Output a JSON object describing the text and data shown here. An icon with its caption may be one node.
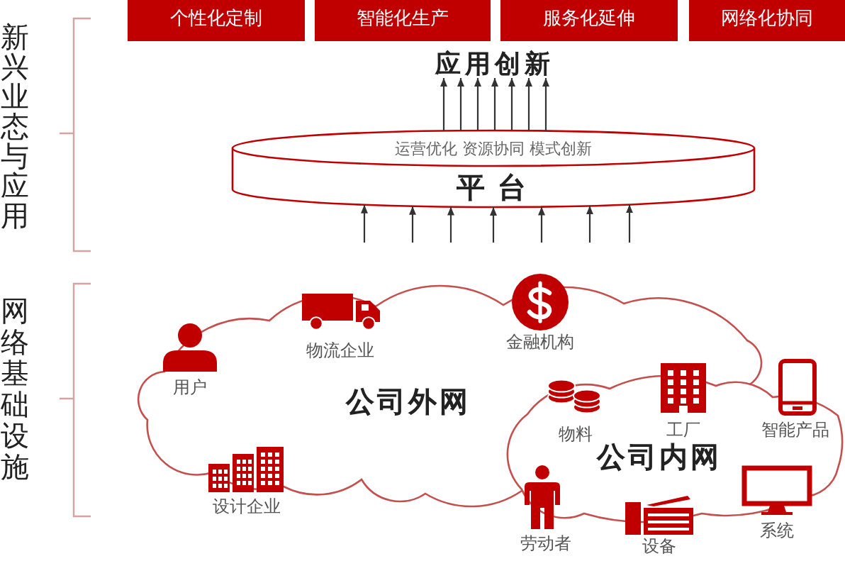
{
  "diagram": {
    "nodes": [
      {
        "text": [
          "个性化定制"
        ]
      },
      {
        "text": [
          "智能化生产"
        ]
      },
      {
        "text": [
          "服务化延伸"
        ]
      },
      {
        "text": [
          "网络化协同"
        ]
      },
      {
        "text": [
          "应用创新"
        ]
      },
      {
        "text": [
          "运营优化 资源协同 模式创新",
          "平台"
        ]
      },
      {
        "text": [
          "公司外网"
        ]
      },
      {
        "text": [
          "公司内网"
        ]
      }
    ],
    "edges": [
      {
        "from": 5,
        "to": 4,
        "arrow": "to"
      },
      {
        "from": 5,
        "to": 4,
        "arrow": "to"
      },
      {
        "from": 5,
        "to": 4,
        "arrow": "to"
      },
      {
        "from": 5,
        "to": 4,
        "arrow": "to"
      },
      {
        "from": 5,
        "to": 4,
        "arrow": "to"
      },
      {
        "from": 5,
        "to": 4,
        "arrow": "to"
      },
      {
        "from": 5,
        "to": 4,
        "arrow": "to"
      },
      {
        "from": null,
        "to": 5,
        "arrow": "to"
      },
      {
        "from": null,
        "to": 5,
        "arrow": "to"
      },
      {
        "from": null,
        "to": 5,
        "arrow": "to"
      },
      {
        "from": null,
        "to": 5,
        "arrow": "to"
      },
      {
        "from": null,
        "to": 5,
        "arrow": "to"
      },
      {
        "from": null,
        "to": 5,
        "arrow": "to"
      },
      {
        "from": null,
        "to": 5,
        "arrow": "to"
      }
    ],
    "labels": [
      "新兴业态与应用",
      "网络基础设施",
      "用户",
      "物流企业",
      "金融机构",
      "物料",
      "工厂",
      "智能产品",
      "设计企业",
      "劳动者",
      "设备",
      "系统"
    ]
  }
}
